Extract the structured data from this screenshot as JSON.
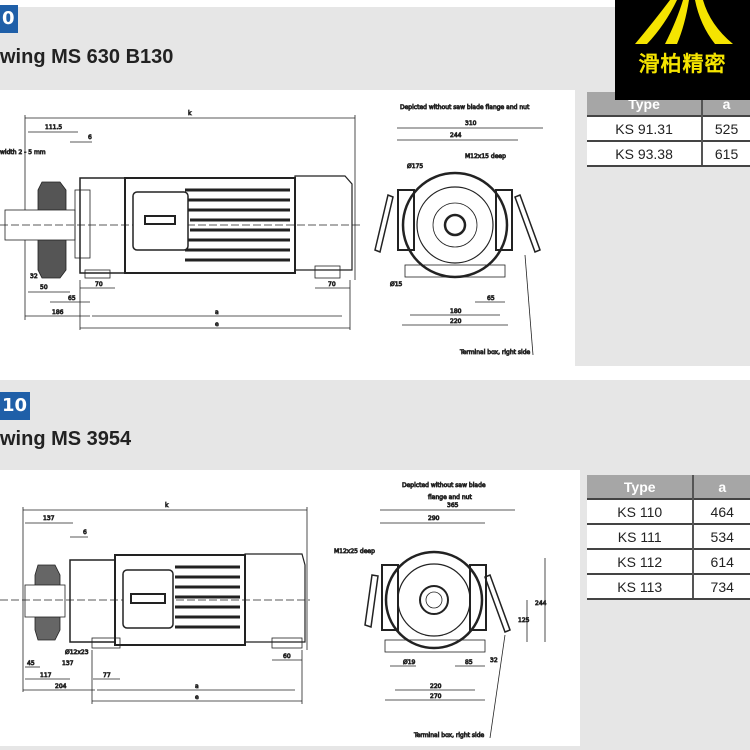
{
  "section1": {
    "badge": "0",
    "title": "wing MS 630 B130",
    "table": {
      "headers": [
        "Type",
        "a"
      ],
      "rows": [
        [
          "KS 91.31",
          "525"
        ],
        [
          "KS 93.38",
          "615"
        ]
      ]
    },
    "side_note": "Depicted without saw blade flange and nut",
    "terminal_note": "Terminal box, right side",
    "blade_note": "width 2 - 5 mm",
    "thread_note": "M12x15 deep",
    "dims": {
      "k": "k",
      "d1": "111.5",
      "d2": "6",
      "d3": "32",
      "d4": "50",
      "d5": "65",
      "d6": "186",
      "d7": "70",
      "d8": "70",
      "a": "a",
      "e": "e",
      "s1": "310",
      "s2": "244",
      "s3": "Ø175",
      "s4": "Ø15",
      "s5": "180",
      "s6": "220",
      "s7": "65"
    }
  },
  "section2": {
    "badge": "10",
    "title": "wing MS 3954",
    "table": {
      "headers": [
        "Type",
        "a"
      ],
      "rows": [
        [
          "KS 110",
          "464"
        ],
        [
          "KS 111",
          "534"
        ],
        [
          "KS 112",
          "614"
        ],
        [
          "KS 113",
          "734"
        ]
      ]
    },
    "side_note_1": "Depicted without saw blade",
    "side_note_2": "flange and nut",
    "terminal_note": "Terminal box, right side",
    "thread_note": "M12x25 deep",
    "dims": {
      "k": "k",
      "d1": "137",
      "d2": "6",
      "d3": "45",
      "d4": "117",
      "d5": "137",
      "d6": "204",
      "d7": "77",
      "d8": "60",
      "d9": "Ø12x23",
      "a": "a",
      "e": "e",
      "s1": "365",
      "s2": "290",
      "s3": "Ø19",
      "s4": "85",
      "s5": "220",
      "s6": "270",
      "s7": "244",
      "s8": "125",
      "s9": "32"
    }
  },
  "logo": {
    "text": "滑柏精密",
    "color": "#f5e400"
  },
  "colors": {
    "badge": "#1f5fa8",
    "table_header": "#a6a6a6"
  }
}
